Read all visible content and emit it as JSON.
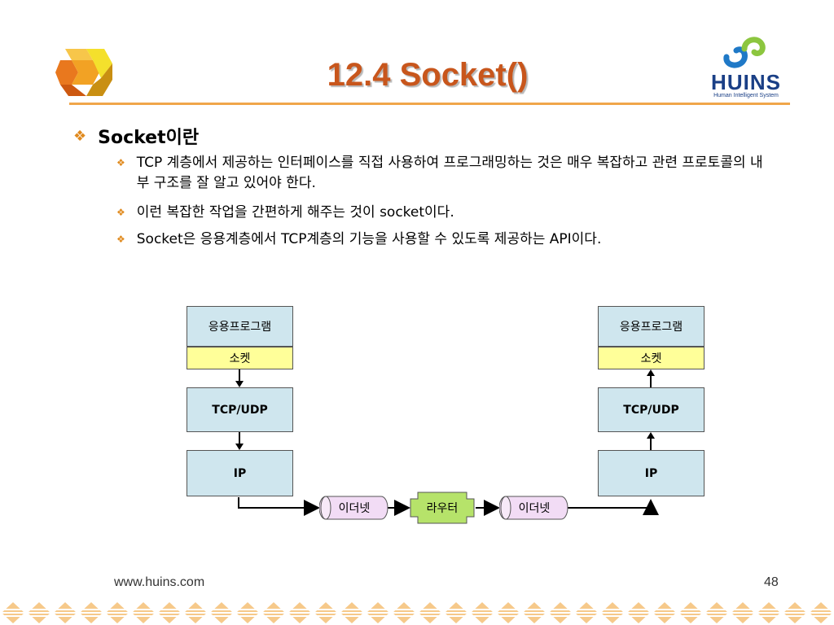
{
  "title": "12.4  Socket()",
  "heading": "Socket이란",
  "bullets": [
    "TCP 계층에서 제공하는 인터페이스를 직접 사용하여 프로그래밍하는 것은 매우 복잡하고 관련 프로토콜의 내부 구조를 잘 알고 있어야 한다.",
    "이런 복잡한 작업을 간편하게 해주는 것이 socket이다.",
    "Socket은 응용계층에서 TCP계층의 기능을 사용할 수 있도록 제공하는 API이다."
  ],
  "logo": {
    "name": "HUINS",
    "tagline": "Human Intelligent System"
  },
  "diagram": {
    "left_stack": {
      "app": "응용프로그램",
      "socket": "소켓",
      "tcp": "TCP/UDP",
      "ip": "IP"
    },
    "right_stack": {
      "app": "응용프로그램",
      "socket": "소켓",
      "tcp": "TCP/UDP",
      "ip": "IP"
    },
    "ethernet_left": "이더넷",
    "router": "라우터",
    "ethernet_right": "이더넷"
  },
  "footer": {
    "url": "www.huins.com",
    "page": "48"
  },
  "colors": {
    "title": "#c8561c",
    "rule": "#f0a64a",
    "bullet": "#e08a1e",
    "box_blue": "#cfe6ee",
    "box_yellow": "#ffff99",
    "router": "#b6e36a",
    "cylinder": "#f2dcf5"
  }
}
